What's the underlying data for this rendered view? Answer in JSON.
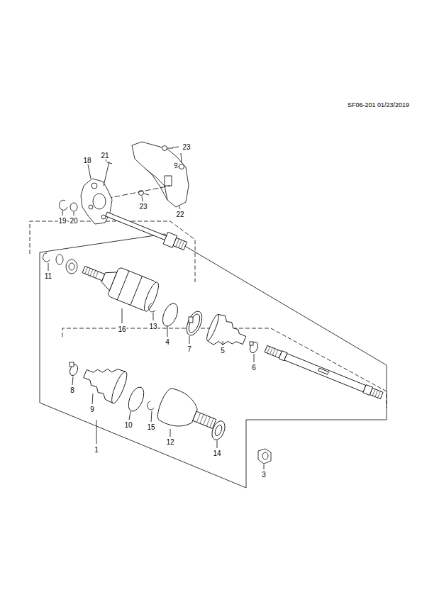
{
  "diagram": {
    "labels": [
      "SF06-201 01/23/2019",
      "21",
      "18",
      "19",
      "20",
      "23",
      "23",
      "22",
      "11",
      "16",
      "13",
      "4",
      "7",
      "5",
      "6",
      "8",
      "9",
      "10",
      "15",
      "12",
      "14",
      "3",
      "1"
    ]
  }
}
